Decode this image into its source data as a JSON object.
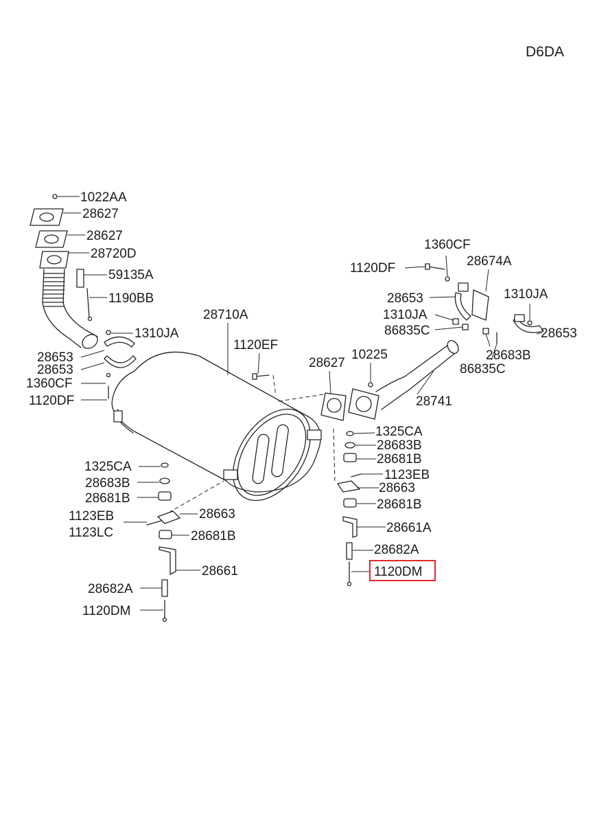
{
  "diagram": {
    "code": "D6DA",
    "parts": [
      {
        "id": "p-1022AA",
        "label": "1022AA"
      },
      {
        "id": "p-28627-a",
        "label": "28627"
      },
      {
        "id": "p-28627-b",
        "label": "28627"
      },
      {
        "id": "p-28720D",
        "label": "28720D"
      },
      {
        "id": "p-59135A",
        "label": "59135A"
      },
      {
        "id": "p-1190BB",
        "label": "1190BB"
      },
      {
        "id": "p-1310JA-l",
        "label": "1310JA"
      },
      {
        "id": "p-28653-l1",
        "label": "28653"
      },
      {
        "id": "p-28653-l2",
        "label": "28653"
      },
      {
        "id": "p-1360CF-l",
        "label": "1360CF"
      },
      {
        "id": "p-1120DF-l",
        "label": "1120DF"
      },
      {
        "id": "p-28710A",
        "label": "28710A"
      },
      {
        "id": "p-1120EF",
        "label": "1120EF"
      },
      {
        "id": "p-28627-c",
        "label": "28627"
      },
      {
        "id": "p-10225",
        "label": "10225"
      },
      {
        "id": "p-28741",
        "label": "28741"
      },
      {
        "id": "p-1360CF-r",
        "label": "1360CF"
      },
      {
        "id": "p-1120DF-r",
        "label": "1120DF"
      },
      {
        "id": "p-28674A",
        "label": "28674A"
      },
      {
        "id": "p-28653-r1",
        "label": "28653"
      },
      {
        "id": "p-1310JA-r1",
        "label": "1310JA"
      },
      {
        "id": "p-1310JA-r2",
        "label": "1310JA"
      },
      {
        "id": "p-86835C-a",
        "label": "86835C"
      },
      {
        "id": "p-28653-r2",
        "label": "28653"
      },
      {
        "id": "p-28683B-r",
        "label": "28683B"
      },
      {
        "id": "p-86835C-b",
        "label": "86835C"
      },
      {
        "id": "p-1325CA-r",
        "label": "1325CA"
      },
      {
        "id": "p-28683B-m",
        "label": "28683B"
      },
      {
        "id": "p-28681B-m1",
        "label": "28681B"
      },
      {
        "id": "p-1123EB-r",
        "label": "1123EB"
      },
      {
        "id": "p-28663-r",
        "label": "28663"
      },
      {
        "id": "p-28681B-m2",
        "label": "28681B"
      },
      {
        "id": "p-28661A",
        "label": "28661A"
      },
      {
        "id": "p-28682A-r",
        "label": "28682A"
      },
      {
        "id": "p-1120DM-r",
        "label": "1120DM"
      },
      {
        "id": "p-1325CA-l",
        "label": "1325CA"
      },
      {
        "id": "p-28683B-l",
        "label": "28683B"
      },
      {
        "id": "p-28681B-l1",
        "label": "28681B"
      },
      {
        "id": "p-1123EB-l",
        "label": "1123EB"
      },
      {
        "id": "p-1123LC",
        "label": "1123LC"
      },
      {
        "id": "p-28663-l",
        "label": "28663"
      },
      {
        "id": "p-28681B-l2",
        "label": "28681B"
      },
      {
        "id": "p-28661",
        "label": "28661"
      },
      {
        "id": "p-28682A-l",
        "label": "28682A"
      },
      {
        "id": "p-1120DM-l",
        "label": "1120DM"
      }
    ],
    "highlighted_part": "1120DM",
    "colors": {
      "line": "#222222",
      "highlight": "#e0262e",
      "background": "#ffffff"
    }
  }
}
